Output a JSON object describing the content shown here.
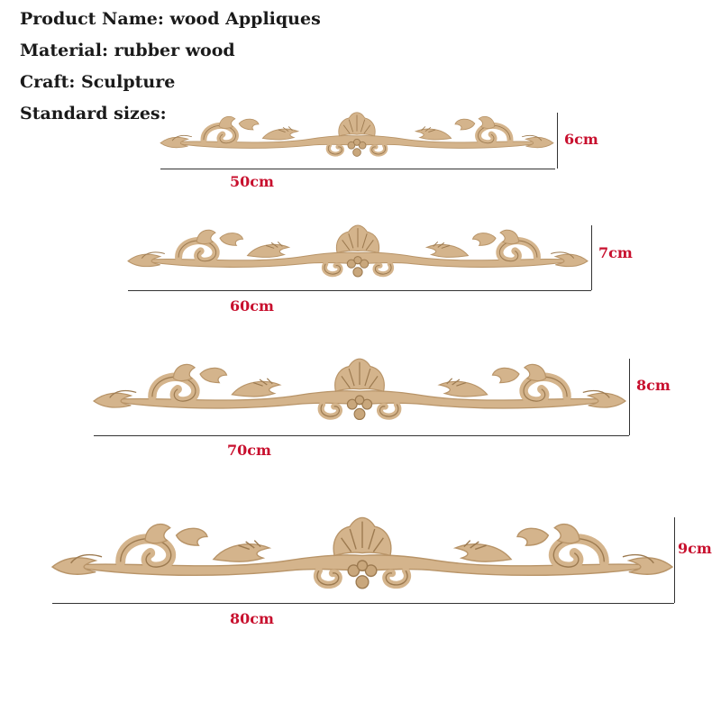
{
  "specs": {
    "product_name": "Product Name: wood Appliques",
    "material": "Material: rubber wood",
    "craft": "Craft: Sculpture",
    "sizes_heading": "Standard sizes:"
  },
  "sizes": [
    {
      "width_label": "50cm",
      "height_label": "6cm"
    },
    {
      "width_label": "60cm",
      "height_label": "7cm"
    },
    {
      "width_label": "70cm",
      "height_label": "8cm"
    },
    {
      "width_label": "80cm",
      "height_label": "9cm"
    }
  ],
  "colors": {
    "wood_fill": "#d4b48c",
    "wood_shade": "#b89468",
    "wood_dark": "#9c7a50",
    "label_red": "#c8102e",
    "line": "#333333"
  }
}
